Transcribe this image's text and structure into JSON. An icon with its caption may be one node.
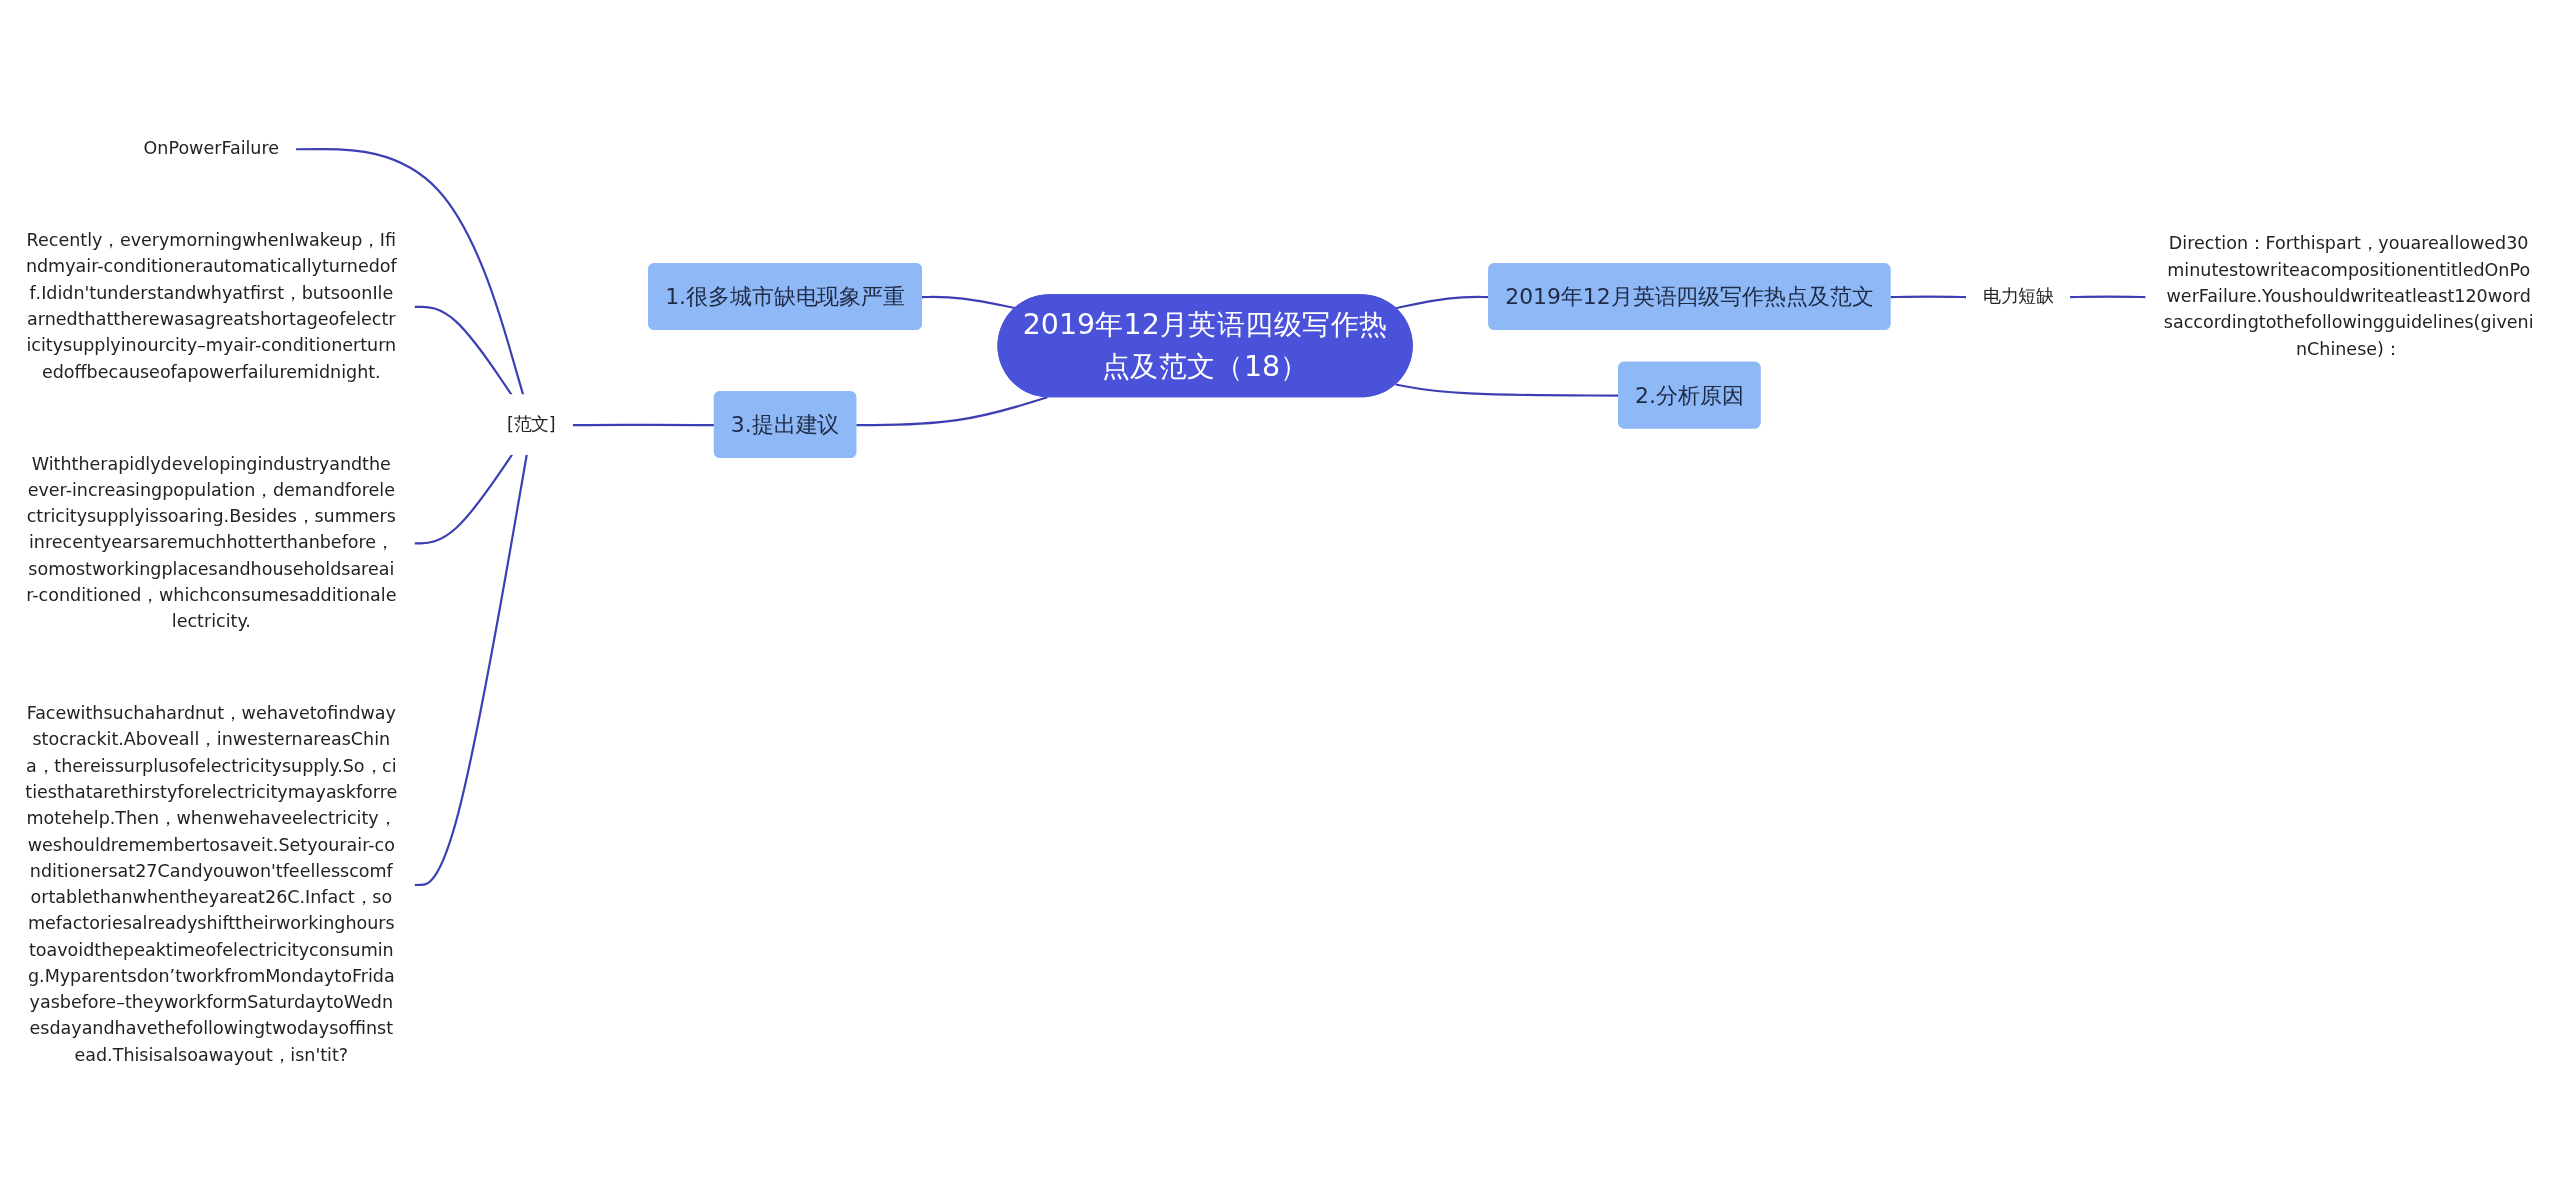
{
  "diagram": {
    "nodes": [
      {
        "text": [
          "2019年12月英语四级写作热点及范文（18）"
        ]
      },
      {
        "text": [
          "1.很多城市缺电现象严重"
        ]
      },
      {
        "text": [
          "2019年12月英语四级写作热点及范文"
        ]
      },
      {
        "text": [
          "电力短缺"
        ]
      },
      {
        "text": [
          "Direction：Forthispart，youareallowed30minutestowriteacompositionentitledOnPowerFailure.Youshouldwriteatleast120wordsaccordingtothefollowingguidelines(giveninChinese)："
        ]
      },
      {
        "text": [
          "2.分析原因"
        ]
      },
      {
        "text": [
          "3.提出建议"
        ]
      },
      {
        "text": [
          "[范文]"
        ]
      },
      {
        "text": [
          "OnPowerFailure"
        ]
      },
      {
        "text": [
          "Recently，everymorningwhenIwakeup，Ifindmyair-conditionerautomaticallyturnedoff.Ididn'tunderstandwhyatfirst，butsoonIlearnedthattherewasagreatshortageofelectricitysupplyinourcity–myair-conditionerturnedoffbecauseofapowerfailuremidnight."
        ]
      },
      {
        "text": [
          "Withtherapidlydevelopingindustryandthe ever-increasingpopulation，demandforelectricitysupplyissoaring.Besides，summersinrecentyearsaremuchhotterthanbefore，somostworkingplacesandhouseholdsareair-conditioned，whichconsumesadditionalelectricity."
        ]
      },
      {
        "text": [
          "Facewithsuchahardnut，wehavetofindwaystocrackit.Aboveall，inwesternareasChina，thereissurplusofelectricitysupply.So，citiesthatarethirstyforelectricitymayaskforremotehelp.Then，whenwehaveelectricity，weshouldremembertosaveit.Setyourair-conditionersat27Candyouwon'tfeellesscomfortablethanwhentheyareat26C.Infact，somefactoriesalreadyshifttheirworkinghourstoavoidthepeaktimeofelectricityconsuming.Myparentsdon’tworkfromMondaytoFridayasbefore–theyworkformSaturdaytoWednesdayandhavethefollowingtwodaysoffinstead.Thisisalsoawayout，isn'tit?"
        ]
      }
    ],
    "edges": [
      {
        "from": 0,
        "to": 1,
        "arrow": "none"
      },
      {
        "from": 0,
        "to": 2,
        "arrow": "none"
      },
      {
        "from": 2,
        "to": 3,
        "arrow": "none"
      },
      {
        "from": 3,
        "to": 4,
        "arrow": "none"
      },
      {
        "from": 0,
        "to": 5,
        "arrow": "none"
      },
      {
        "from": 0,
        "to": 6,
        "arrow": "none"
      },
      {
        "from": 6,
        "to": 7,
        "arrow": "none"
      },
      {
        "from": 7,
        "to": 8,
        "arrow": "none"
      },
      {
        "from": 7,
        "to": 9,
        "arrow": "none"
      },
      {
        "from": 7,
        "to": 10,
        "arrow": "none"
      },
      {
        "from": 7,
        "to": 11,
        "arrow": "none"
      }
    ]
  }
}
